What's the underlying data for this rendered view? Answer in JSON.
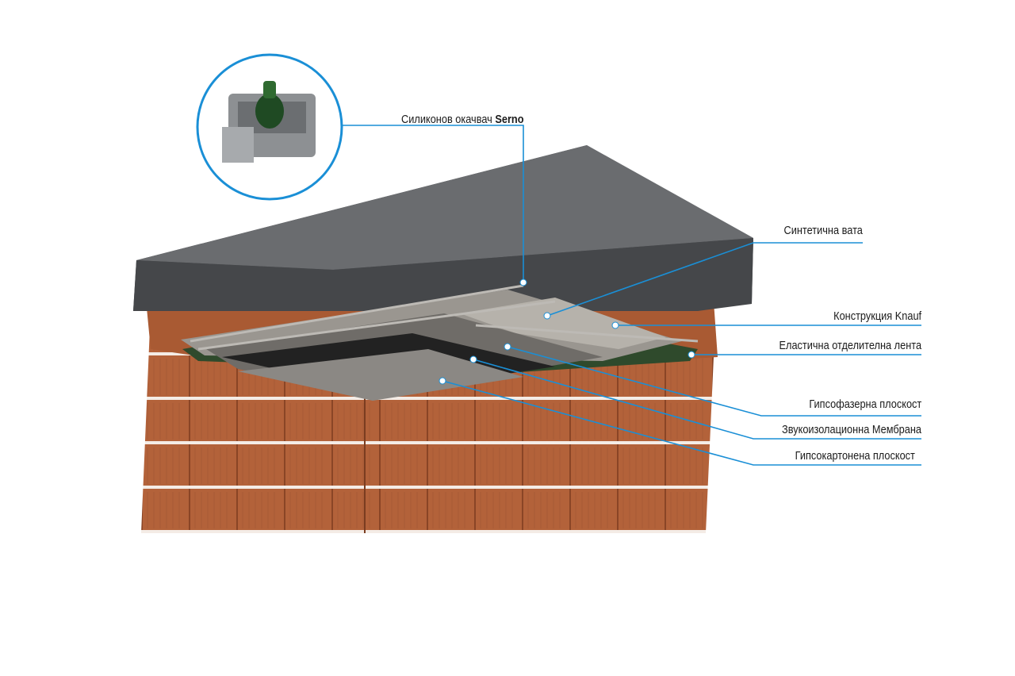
{
  "colors": {
    "callout": "#1a8fd6",
    "concrete": "#55575a",
    "brick": "#b3623a",
    "panel": "#8f8c88"
  },
  "labels": {
    "hanger": "Силиконов окачвач",
    "hanger_brand": "Serno",
    "wool": "Синтетична вата",
    "frame": "Конструкция Knauf",
    "tape": "Еластична отделителна лента",
    "fiber_board": "Гипсофазерна плоскост",
    "membrane": "Звукоизолационна Мембрана",
    "drywall": "Гипсокартонена плоскост"
  }
}
